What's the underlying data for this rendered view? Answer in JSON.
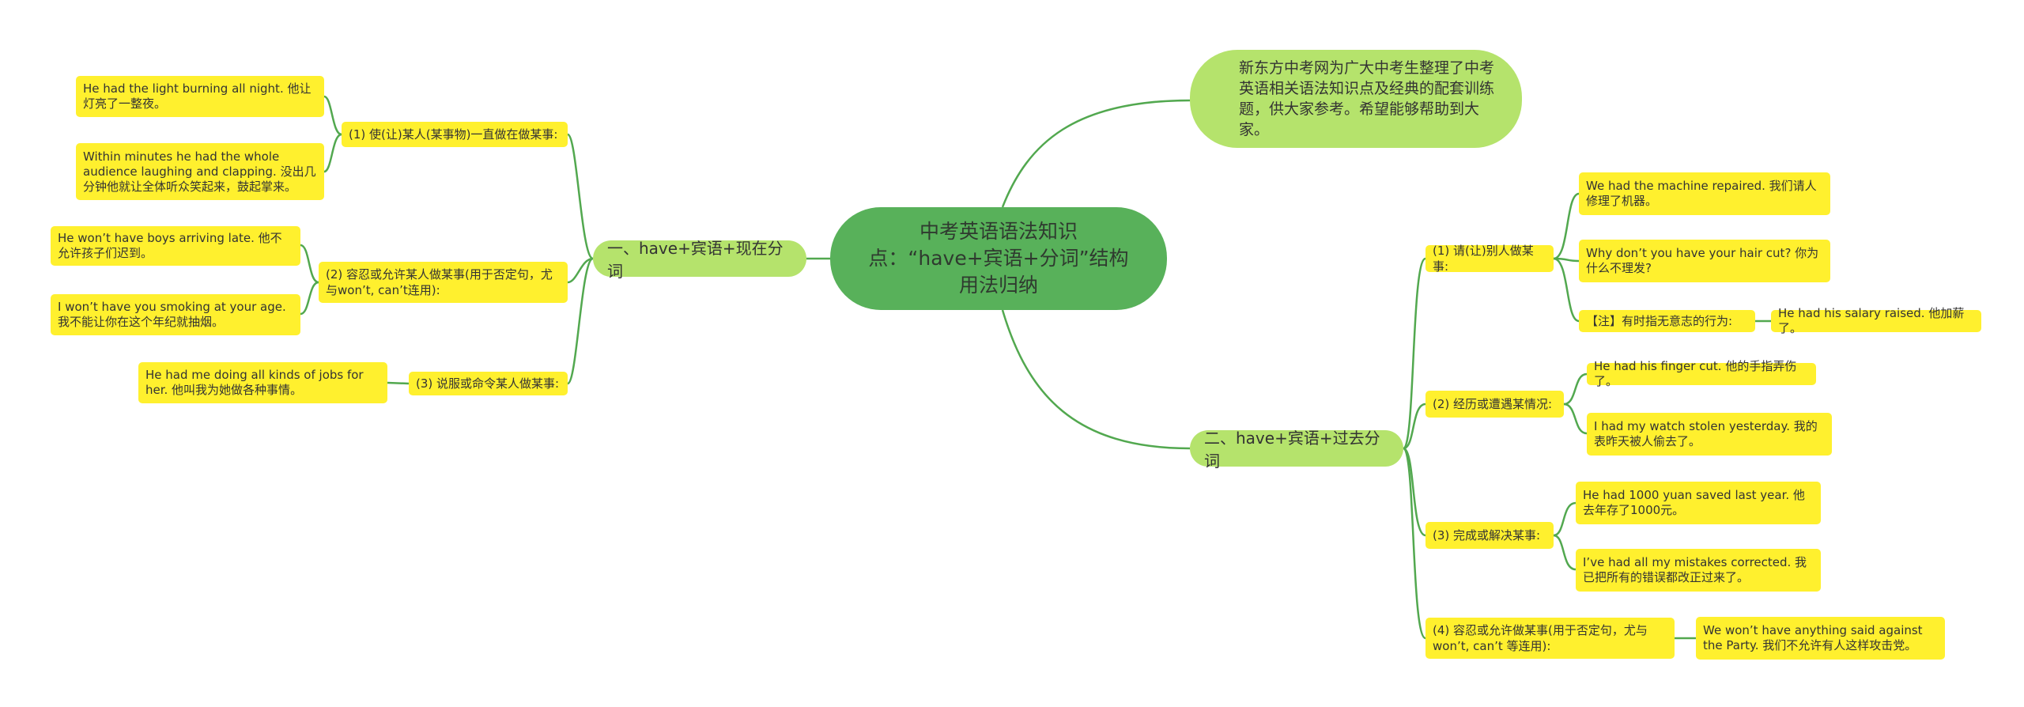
{
  "root": {
    "title": "中考英语语法知识点：“have+宾语+分词”结构用法归纳"
  },
  "intro": "新东方中考网为广大中考生整理了中考英语相关语法知识点及经典的配套训练题，供大家参考。希望能够帮助到大家。",
  "branches": [
    {
      "label": "一、have+宾语+现在分词",
      "subs": [
        {
          "label": "(1) 使(让)某人(某事物)一直做在做某事:",
          "leaves": [
            "He had the light burning all night. 他让灯亮了一整夜。",
            "Within minutes he had the whole audience laughing and clapping. 没出几分钟他就让全体听众笑起来，鼓起掌来。"
          ]
        },
        {
          "label": "(2) 容忍或允许某人做某事(用于否定句，尤与won’t, can’t连用):",
          "leaves": [
            "He won’t have boys arriving late. 他不允许孩子们迟到。",
            "I won’t have you smoking at your age. 我不能让你在这个年纪就抽烟。"
          ]
        },
        {
          "label": "(3) 说服或命令某人做某事:",
          "leaves": [
            "He had me doing all kinds of jobs for her. 他叫我为她做各种事情。"
          ]
        }
      ]
    },
    {
      "label": "二、have+宾语+过去分词",
      "subs": [
        {
          "label": "(1) 请(让)别人做某事:",
          "leaves": [
            "We had the machine repaired. 我们请人修理了机器。",
            "Why don’t you have your hair cut? 你为什么不理发?",
            "【注】有时指无意志的行为:"
          ],
          "note_leaf": "He had his salary raised. 他加薪了。"
        },
        {
          "label": "(2) 经历或遭遇某情况:",
          "leaves": [
            "He had his finger cut. 他的手指弄伤了。",
            "I had my watch stolen yesterday. 我的表昨天被人偷去了。"
          ]
        },
        {
          "label": "(3) 完成或解决某事:",
          "leaves": [
            "He had 1000 yuan saved last year. 他去年存了1000元。",
            "I’ve had all my mistakes corrected. 我已把所有的错误都改正过来了。"
          ]
        },
        {
          "label": "(4) 容忍或允许做某事(用于否定句，尤与won’t, can’t 等连用):",
          "leaves": [
            "We won’t have anything said against the Party. 我们不允许有人这样攻击党。"
          ]
        }
      ]
    }
  ],
  "colors": {
    "root": "#58b15a",
    "branch": "#b5e36c",
    "leaf": "#fff02e",
    "link": "#52a84f"
  }
}
